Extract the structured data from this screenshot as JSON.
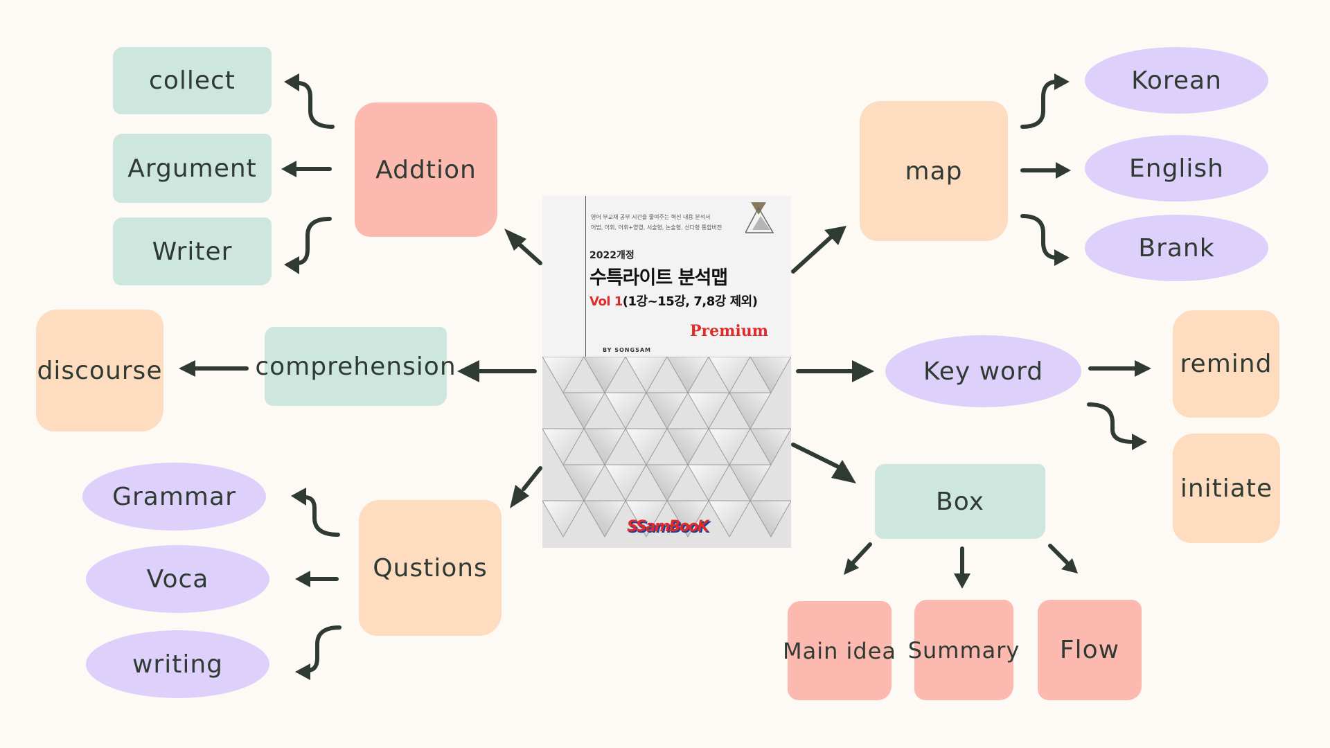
{
  "center": {
    "subtitle_line1": "영어 부교재 공부 시간을 줄여주는 혁신 내용 분석서",
    "subtitle_line2": "어법, 어휘, 어휘+영영, 서술형, 논술형, 선다형 통합버전",
    "year": "2022개정",
    "title": "수특라이트 분석맵",
    "vol_red": "Vol 1",
    "vol_rest": "(1강~15강, 7,8강 제외)",
    "premium": "Premium",
    "author": "BY SONGSAM",
    "brand": "SSamBooK"
  },
  "branches": {
    "addition": {
      "label": "Addtion",
      "children": [
        "collect",
        "Argument",
        "Writer"
      ]
    },
    "map": {
      "label": "map",
      "children": [
        "Korean",
        "English",
        "Brank"
      ]
    },
    "comprehension": {
      "label": "comprehension",
      "children": [
        "discourse"
      ]
    },
    "keyword": {
      "label": "Key word",
      "children": [
        "remind",
        "initiate"
      ]
    },
    "questions": {
      "label": "Qustions",
      "children": [
        "Grammar",
        "Voca",
        "writing"
      ]
    },
    "box": {
      "label": "Box",
      "children": [
        "Main idea",
        "Summary",
        "Flow"
      ]
    }
  },
  "colors": {
    "teal": "#cde6de",
    "salmon": "#fcb9b0",
    "peach": "#fddcc0",
    "lavender": "#ddd0fb",
    "arrow": "#2f3a33",
    "background": "#fdfaf6"
  }
}
